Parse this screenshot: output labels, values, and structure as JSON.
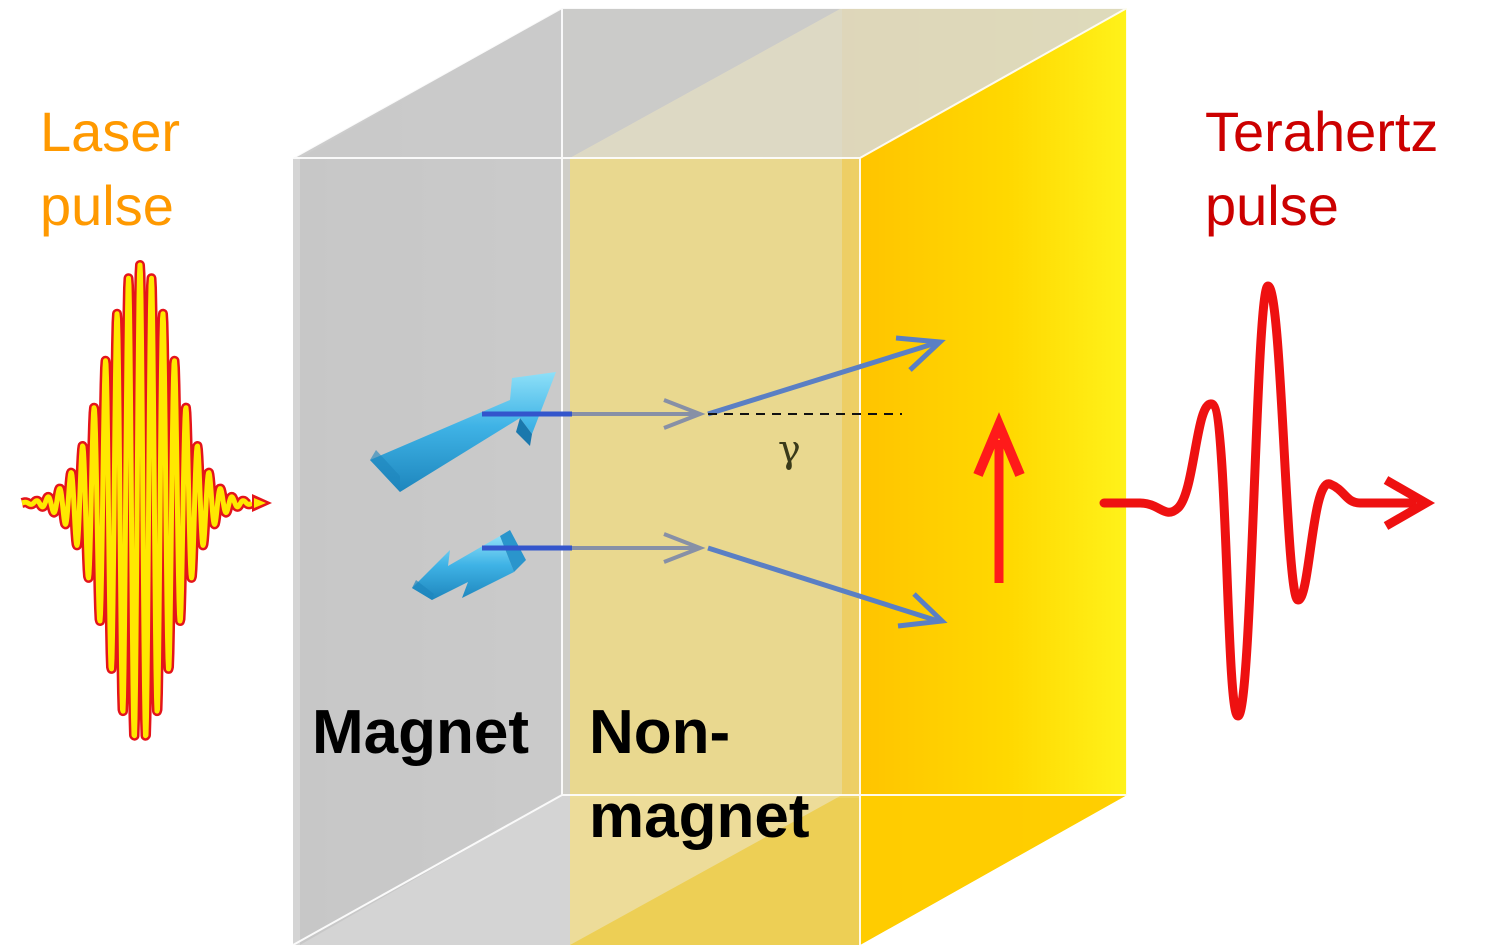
{
  "labels": {
    "laser_line1": "Laser",
    "laser_line2": "pulse",
    "terahertz_line1": "Terahertz",
    "terahertz_line2": "pulse",
    "magnet": "Magnet",
    "nonmagnet_line1": "Non-",
    "nonmagnet_line2": "magnet",
    "angle_symbol": "γ"
  },
  "colors": {
    "laser_text": "#FF9900",
    "terahertz_text": "#CC0000",
    "laser_wave_fill": "#FFE800",
    "laser_wave_edge": "#E4141B",
    "thz_wave": "#EE1111",
    "current_arrow": "#FF1A1A",
    "spin_arrow": "#3FB3E6",
    "spin_current_line": "#3355CC",
    "deflected_arrow": "#5A7FC4",
    "magnet_layer": "#CFCFCF",
    "nonmagnet_layer": "#FFD700"
  },
  "icons": {
    "spin_up": "spin-up-arrow-icon",
    "spin_down": "spin-down-arrow-icon",
    "charge_current": "charge-current-arrow-icon"
  }
}
